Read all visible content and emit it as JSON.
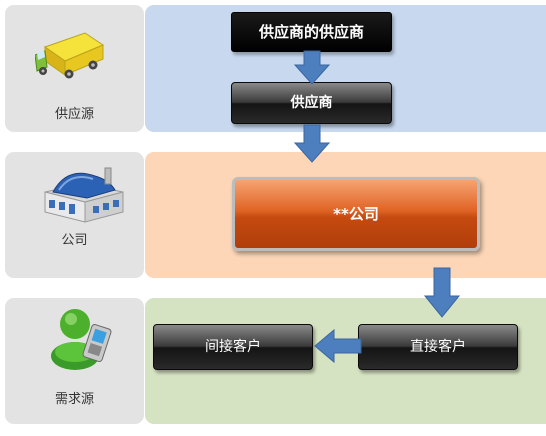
{
  "rows": {
    "supply": {
      "label": "供应源",
      "icon": "delivery-truck-icon",
      "band_color": "#c8d8ef"
    },
    "company": {
      "label": "公司",
      "icon": "factory-building-icon",
      "band_color": "#fcd6b7"
    },
    "demand": {
      "label": "需求源",
      "icon": "user-phone-icon",
      "band_color": "#d6e3c2"
    }
  },
  "nodes": {
    "suppliers_supplier": "供应商的供应商",
    "supplier": "供应商",
    "company": "**公司",
    "direct_customer": "直接客户",
    "indirect_customer": "间接客户"
  },
  "colors": {
    "arrow": "#4d7fbe",
    "side_panel": "#e3e3e3",
    "company_box": "#d5551a"
  }
}
